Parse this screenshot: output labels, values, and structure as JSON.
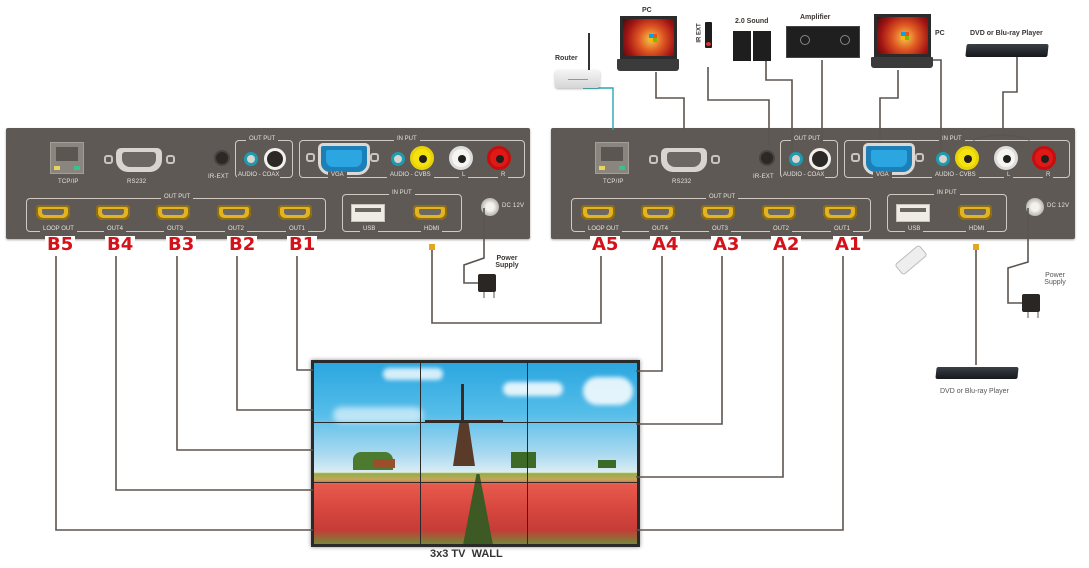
{
  "diagram": {
    "caption": "3x3 TV  WALL",
    "panel_b": {
      "tcpip": "TCP/IP",
      "rs232": "RS232",
      "ir_ext": "IR-EXT",
      "out_put_top": "OUT PUT",
      "audio_coax": "AUDIO - COAX",
      "in_put_top": "IN PUT",
      "vga": "VGA",
      "audio_cvbs": "AUDIO - CVBS",
      "l": "L",
      "r": "R",
      "out_put_bottom": "OUT PUT",
      "ports": [
        "LOOP OUT",
        "OUT4",
        "OUT3",
        "OUT2",
        "OUT1"
      ],
      "in_put_bottom": "IN PUT",
      "usb": "USB",
      "hdmi": "HDMI",
      "dc": "DC 12V",
      "tags": [
        "B5",
        "B4",
        "B3",
        "B2",
        "B1"
      ]
    },
    "panel_a": {
      "tcpip": "TCP/IP",
      "rs232": "RS232",
      "ir_ext": "IR-EXT",
      "out_put_top": "OUT PUT",
      "audio_coax": "AUDIO - COAX",
      "in_put_top": "IN PUT",
      "vga": "VGA",
      "audio_cvbs": "AUDIO - CVBS",
      "l": "L",
      "r": "R",
      "out_put_bottom": "OUT PUT",
      "ports": [
        "LOOP OUT",
        "OUT4",
        "OUT3",
        "OUT2",
        "OUT1"
      ],
      "in_put_bottom": "IN PUT",
      "usb": "USB",
      "hdmi": "HDMI",
      "dc": "DC 12V",
      "tags": [
        "A5",
        "A4",
        "A3",
        "A2",
        "A1"
      ]
    },
    "devices": {
      "router": "Router",
      "pc_left": "PC",
      "ir_ext": "IR EXT",
      "sound": "2.0 Sound",
      "amplifier": "Amplifier",
      "pc_right": "PC",
      "dvd_top": "DVD or Blu-ray Player",
      "dvd_bottom": "DVD or Blu-ray Player",
      "power_supply_left": "Power Supply",
      "power_supply_right": "Power Supply"
    }
  }
}
